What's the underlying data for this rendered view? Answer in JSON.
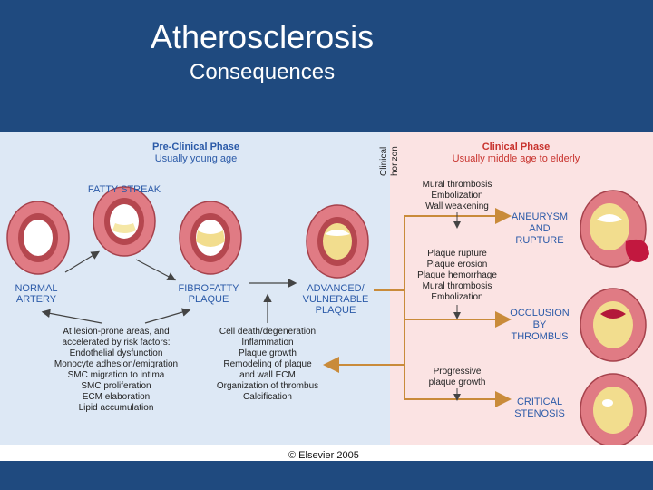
{
  "title": "Atherosclerosis",
  "subtitle": "Consequences",
  "preclinical": {
    "heading": "Pre-Clinical Phase",
    "sub": "Usually young age"
  },
  "clinical": {
    "heading": "Clinical Phase",
    "sub": "Usually middle age to elderly"
  },
  "horizon": {
    "line1": "Clinical",
    "line2": "horizon"
  },
  "stages": {
    "fatty_streak": "FATTY STREAK",
    "normal": [
      "NORMAL",
      "ARTERY"
    ],
    "fibrofatty": [
      "FIBROFATTY",
      "PLAQUE"
    ],
    "advanced": [
      "ADVANCED/",
      "VULNERABLE",
      "PLAQUE"
    ]
  },
  "risk_factors": [
    "At lesion-prone areas, and",
    "accelerated by risk factors:",
    "Endothelial dysfunction",
    "Monocyte adhesion/emigration",
    "SMC migration to intima",
    "SMC proliferation",
    "ECM elaboration",
    "Lipid accumulation"
  ],
  "progression": [
    "Cell death/degeneration",
    "Inflammation",
    "Plaque growth",
    "Remodeling of plaque",
    "and wall ECM",
    "Organization of thrombus",
    "Calcification"
  ],
  "aneurysm_causes": [
    "Mural thrombosis",
    "Embolization",
    "Wall weakening"
  ],
  "occlusion_causes": [
    "Plaque rupture",
    "Plaque erosion",
    "Plaque hemorrhage",
    "Mural thrombosis",
    "Embolization"
  ],
  "stenosis_causes": [
    "Progressive",
    "plaque growth"
  ],
  "outcomes": {
    "aneurysm": [
      "ANEURYSM",
      "AND",
      "RUPTURE"
    ],
    "occlusion": [
      "OCCLUSION",
      "BY",
      "THROMBUS"
    ],
    "stenosis": [
      "CRITICAL",
      "STENOSIS"
    ]
  },
  "copyright": "© Elsevier 2005",
  "colors": {
    "navy": "#1f4a7f",
    "preclinical_bg": "#dde8f5",
    "clinical_bg": "#fbe3e3",
    "label_blue": "#2b5aa8",
    "heading_red": "#c8322d",
    "arrow": "#c98b3a"
  }
}
